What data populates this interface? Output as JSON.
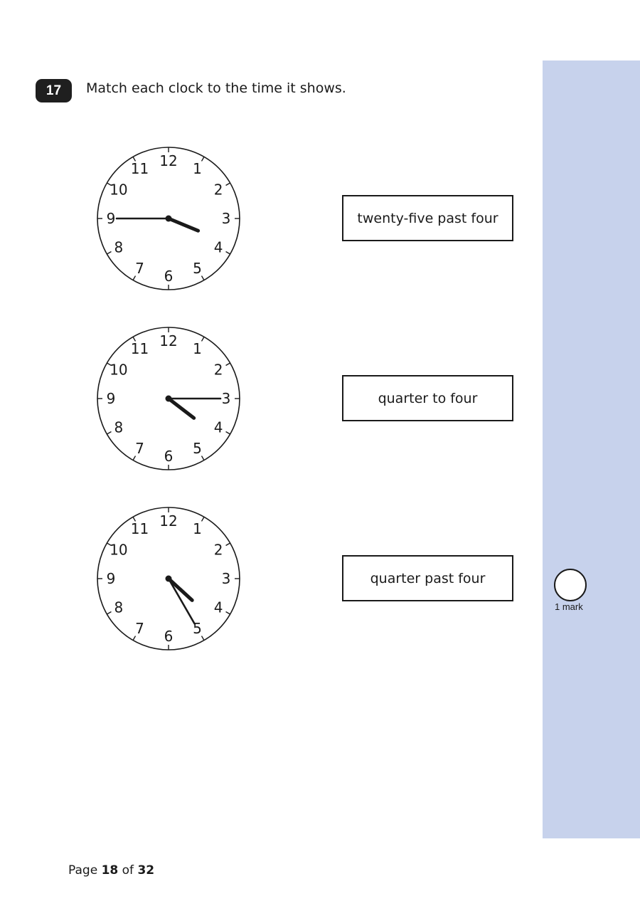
{
  "question": {
    "number": "17",
    "text": "Match each clock to the time it shows."
  },
  "clocks": [
    {
      "hour": 3,
      "minute": 45
    },
    {
      "hour": 4,
      "minute": 15
    },
    {
      "hour": 4,
      "minute": 25
    }
  ],
  "clock_numerals": [
    "12",
    "1",
    "2",
    "3",
    "4",
    "5",
    "6",
    "7",
    "8",
    "9",
    "10",
    "11"
  ],
  "time_options": [
    "twenty-five past four",
    "quarter to four",
    "quarter past four"
  ],
  "mark": {
    "label": "1 mark"
  },
  "footer": {
    "prefix": "Page",
    "page": "18",
    "of": "of",
    "total": "32"
  },
  "colors": {
    "margin_strip": "#c7d2ec",
    "badge": "#1f1f1f",
    "ink": "#1a1a1a"
  }
}
